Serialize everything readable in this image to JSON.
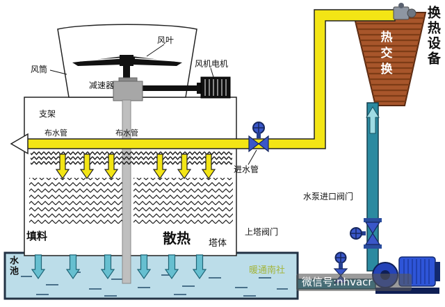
{
  "tower": {
    "fan_blade_label": "风叶",
    "fan_duct_label": "风筒",
    "fan_motor_label": "风机电机",
    "gear_reducer_label": "减速器",
    "support_label": "支架",
    "distribution_pipe_left_label": "布水管",
    "distribution_pipe_right_label": "布水管",
    "fill_label": "填料",
    "heat_dissipation_label": "散热",
    "tower_body_label": "塔体",
    "basin_label": "水池"
  },
  "piping": {
    "inlet_pipe_label": "进水管",
    "upper_tower_valve_label": "上塔阀门",
    "pump_inlet_valve_label": "水泵进口阀门"
  },
  "heat_exchanger": {
    "unit_label": "换热设备",
    "inner_label": "热交换"
  },
  "watermark": {
    "brand": "暖通南社",
    "wechat": "微信号:nhvacr"
  },
  "colors": {
    "hot_water_pipe": "#f3e515",
    "cold_water_pipe": "#2b8aa0",
    "valve": "#3a57c9",
    "pump": "#2e55d8",
    "heat_exchanger": "#a8562b",
    "basin_water": "#bcdde9"
  }
}
